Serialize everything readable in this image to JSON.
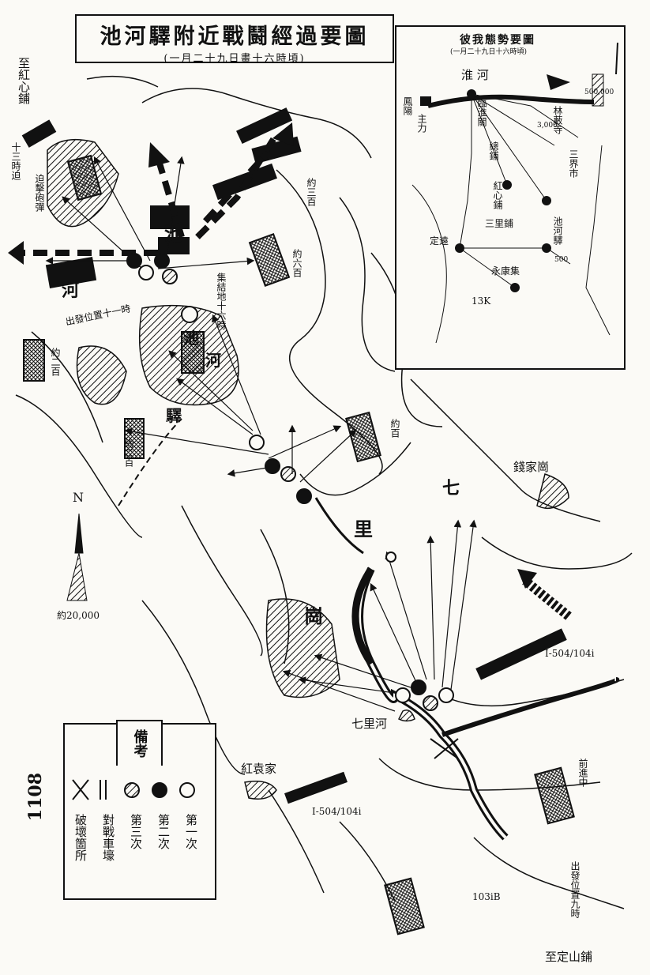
{
  "title": "池河驛附近戰鬪經過要圖",
  "subtitle": "(一月二十九日畫十六時頃)",
  "page_number": "1108",
  "scale": "約20,000",
  "places": {
    "chihe_pond_1": "池",
    "chihe_pond_2": "池",
    "he_1": "河",
    "he_2": "河",
    "yi": "驛",
    "qili": "七",
    "li": "里",
    "ding": "崗",
    "qian_jia_gang": "錢家崗",
    "qili_he": "七里河",
    "hong_yuan_jia": "紅袁家",
    "to_hongxinpu": "至紅心鋪",
    "to_dingshanpu": "至定山鋪"
  },
  "annotations": {
    "dist_300": "約三百",
    "dist_600": "約六百",
    "dist_100": "約百",
    "dist_200_a": "約二百",
    "dist_200_b": "約二百",
    "assembly": "集結地十六時",
    "depart": "出發位置十一時",
    "artillery": "迫擊砲彈",
    "tank": "十三時迫",
    "advance": "前進中",
    "depart2": "出發位置九時",
    "unit_104a": "I-504/104i",
    "unit_104b": "I-504/104i",
    "unit_103": "103iB"
  },
  "inset": {
    "title": "彼我態勢要圖",
    "subtitle": "(一月二十九日十六時頃)",
    "labels": {
      "river": "淮 河",
      "fengyang": "鳳陽",
      "lingui": "臨淮關",
      "zonggu": "總鋪",
      "hongxin": "紅心鋪",
      "ssimin": "三界市",
      "linshui": "林藪寺",
      "chihe": "池河驛",
      "sanli": "三里鋪",
      "yongkang": "永康集",
      "dingyuan": "定遠",
      "main": "主力",
      "d3000": "3,000",
      "d500": "500",
      "d13k": "13K",
      "scale": "500,000"
    }
  },
  "legend": {
    "title": "備考",
    "items": [
      "第一次",
      "第二次",
      "第三次",
      "對戰車壕",
      "破壞箇所"
    ]
  },
  "colors": {
    "ink": "#111111",
    "paper": "#fbfaf6"
  }
}
